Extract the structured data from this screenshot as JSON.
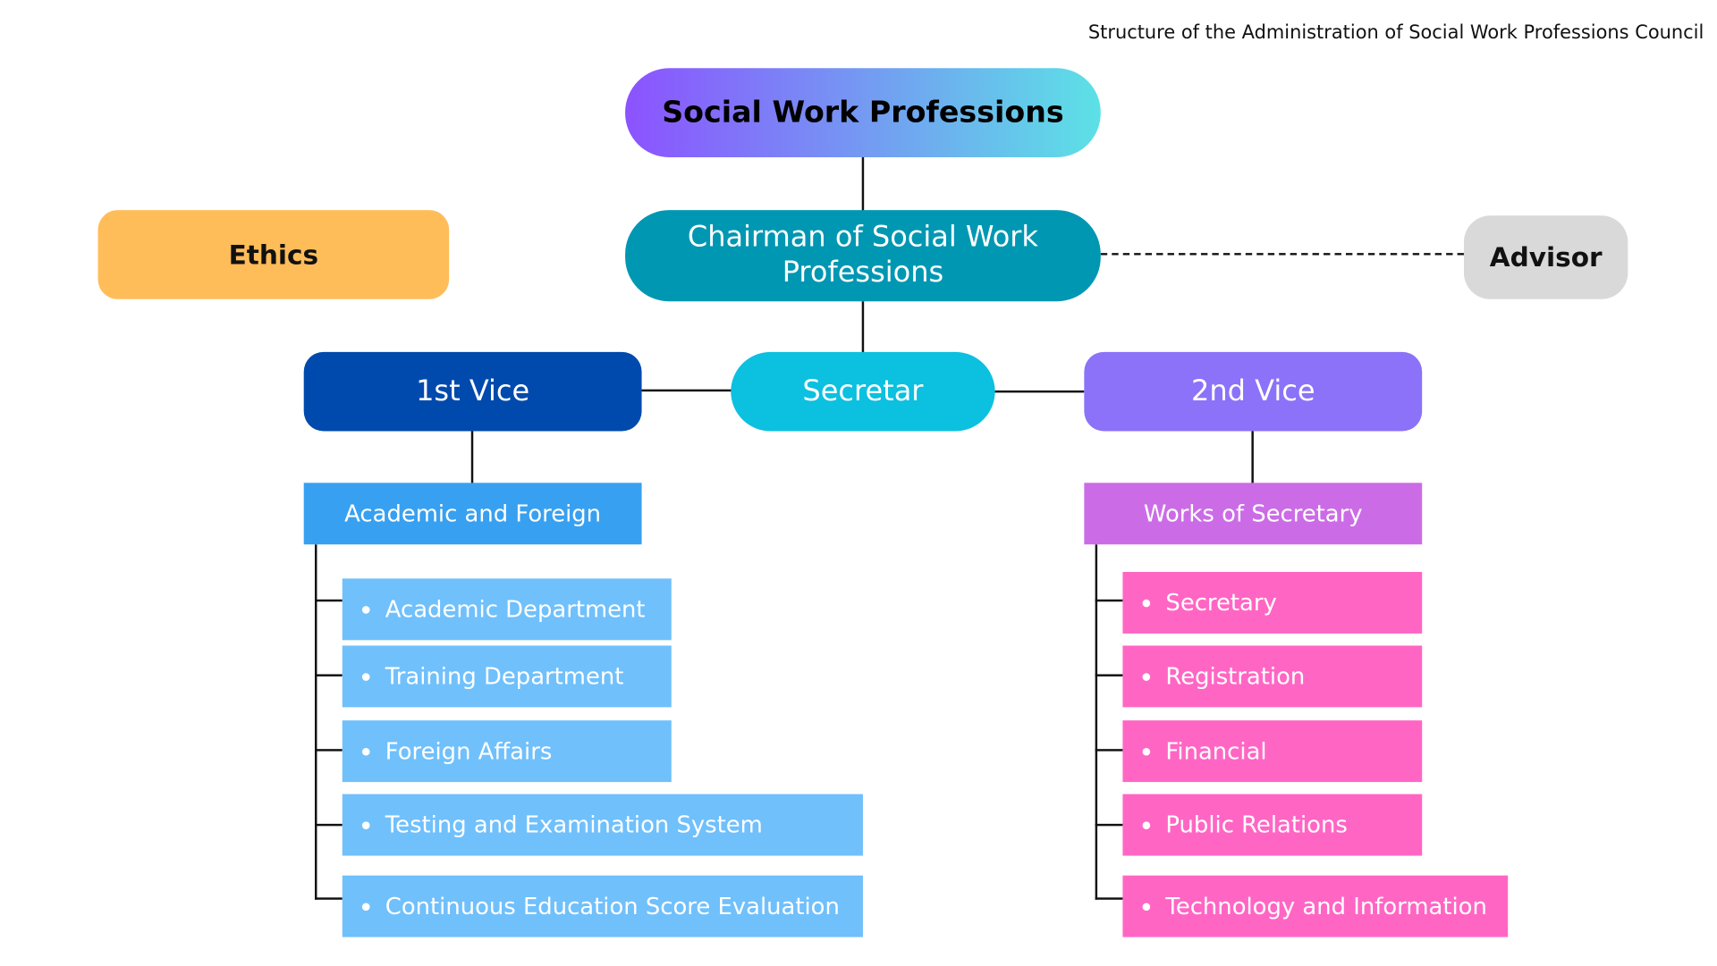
{
  "title": "Structure of the Administration of Social Work Professions Council",
  "nodes": {
    "top": "Social Work Professions",
    "ethics": "Ethics",
    "chairman": "Chairman of Social Work Professions",
    "advisor": "Advisor",
    "vice1": "1st Vice",
    "secretar": "Secretar",
    "vice2": "2nd Vice",
    "academic_foreign": "Academic and Foreign",
    "works_secretary": "Works of Secretary"
  },
  "left_items": [
    "Academic Department",
    "Training Department",
    "Foreign Affairs",
    "Testing and Examination System",
    "Continuous Education Score Evaluation"
  ],
  "right_items": [
    "Secretary",
    "Registration",
    "Financial",
    "Public Relations",
    "Technology and Information"
  ],
  "colors": {
    "ethics": "#ffbd59",
    "chairman": "#0097b2",
    "advisor": "#d9d9d9",
    "vice1": "#004aad",
    "secretar": "#0cc0df",
    "vice2": "#8c72f8",
    "academic": "#38a0f0",
    "left_item": "#70c0fc",
    "works": "#cb6ce6",
    "right_item": "#ff66c4"
  }
}
